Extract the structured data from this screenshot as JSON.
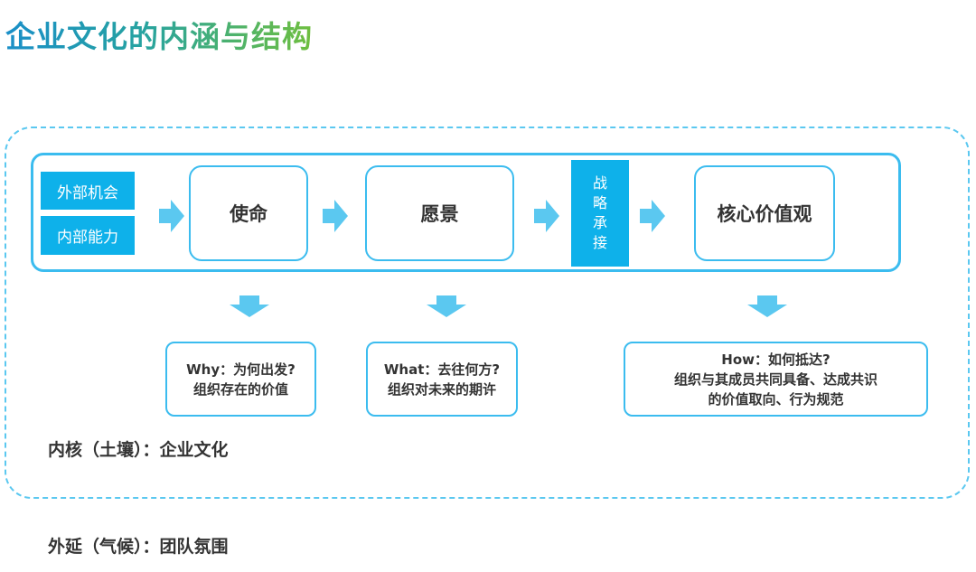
{
  "title": "企业文化的内涵与结构",
  "inputs": {
    "external": "外部机会",
    "internal": "内部能力"
  },
  "stages": {
    "mission": "使命",
    "vision": "愿景",
    "core_values": "核心价值观"
  },
  "strategy": {
    "chars": [
      "战",
      "略",
      "承",
      "接"
    ]
  },
  "questions": {
    "why": [
      "Why：为何出发?",
      "组织存在的价值"
    ],
    "what": [
      "What：去往何方?",
      "组织对未来的期许"
    ],
    "how": [
      "How：如何抵达?",
      "组织与其成员共同具备、达成共识",
      "的价值取向、行为规范"
    ]
  },
  "labels": {
    "core": "内核（土壤）：企业文化",
    "extension": "外延（气候）：团队氛围"
  },
  "colors": {
    "accent": "#0eb1ea",
    "border": "#3bbcef",
    "arrow": "#5bc8f0",
    "dashed": "#5bc8f0"
  }
}
